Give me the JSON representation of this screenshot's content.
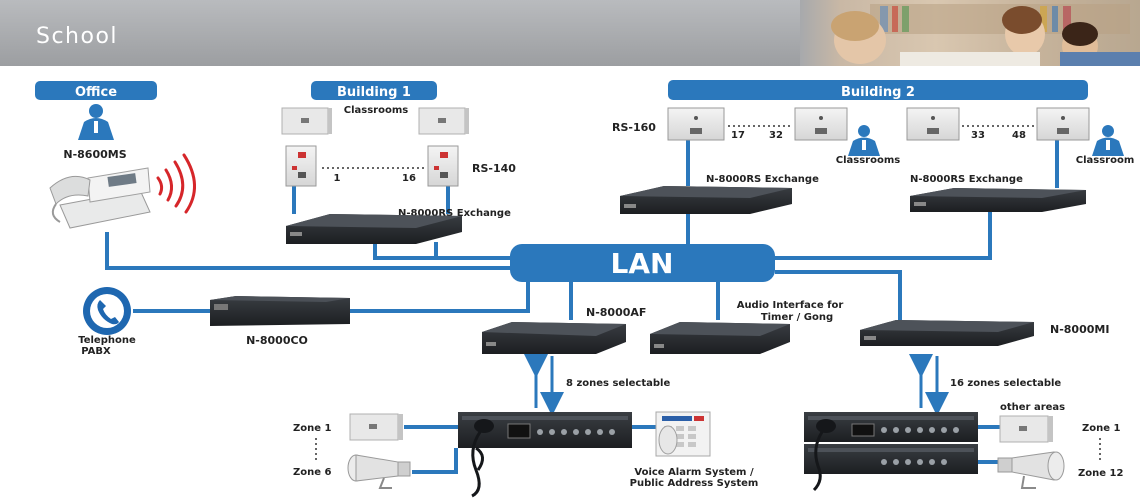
{
  "header": {
    "title": "School"
  },
  "groups": {
    "office": "Office",
    "building1": "Building 1",
    "building2": "Building 2"
  },
  "network": {
    "lan": "LAN"
  },
  "labels": {
    "n8600ms": "N-8600MS",
    "classrooms_b1": "Classrooms",
    "rs140": "RS-140",
    "rs140_first": "1",
    "rs140_last": "16",
    "exchange_b1": "N-8000RS Exchange",
    "rs160": "RS-160",
    "b2_a_first": "17",
    "b2_a_last": "32",
    "b2_b_first": "33",
    "b2_b_last": "48",
    "classrooms_b2": "Classrooms",
    "classroom_b2": "Classroom",
    "exchange_b2a": "N-8000RS Exchange",
    "exchange_b2b": "N-8000RS Exchange",
    "telephone_line1": "Telephone",
    "telephone_line2": "PABX",
    "n8000co": "N-8000CO",
    "n8000af": "N-8000AF",
    "audio_if_line1": "Audio Interface for",
    "audio_if_line2": "Timer / Gong",
    "n8000mi": "N-8000MI",
    "zones8": "8 zones selectable",
    "zones16": "16 zones selectable",
    "other_areas": "other areas",
    "zone1_left": "Zone 1",
    "zone6_left": "Zone 6",
    "zone1_right": "Zone 1",
    "zone12_right": "Zone 12",
    "vas_line1": "Voice Alarm System /",
    "vas_line2": "Public Address System"
  },
  "colors": {
    "header_band": "#a7a9ac",
    "blue": "#2b78bc",
    "device_dark": "#2a2d31",
    "phone_icon": "#1e67b0",
    "signal_red": "#d6262a"
  },
  "icons": {
    "person": "person-icon",
    "phone": "telephone-icon",
    "signal": "wireless-signal-icon",
    "speaker": "wall-speaker-icon",
    "horn": "horn-speaker-icon",
    "microphone": "microphone-icon"
  }
}
